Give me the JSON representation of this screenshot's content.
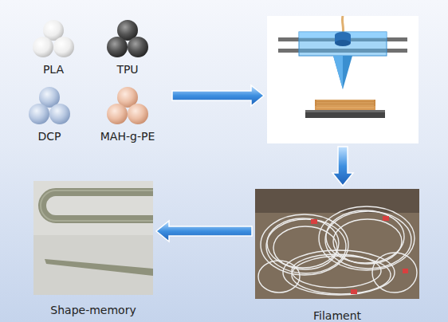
{
  "diagram": {
    "nodes": [
      {
        "text": []
      },
      {
        "text": [
          "PLA"
        ],
        "in": 0
      },
      {
        "text": [
          "TPU"
        ],
        "in": 0
      },
      {
        "text": [
          "DCP"
        ],
        "in": 0
      },
      {
        "text": [
          "MAH-g-PE"
        ],
        "in": 0
      },
      {
        "text": []
      },
      {
        "text": [
          "Shape-memory"
        ]
      },
      {
        "text": [
          "Filament"
        ]
      }
    ],
    "edges": [
      {
        "from": 0,
        "to": 5,
        "arrow": "to"
      },
      {
        "from": 5,
        "to": 7,
        "arrow": "to"
      },
      {
        "from": 7,
        "to": 6,
        "arrow": "to"
      }
    ]
  }
}
